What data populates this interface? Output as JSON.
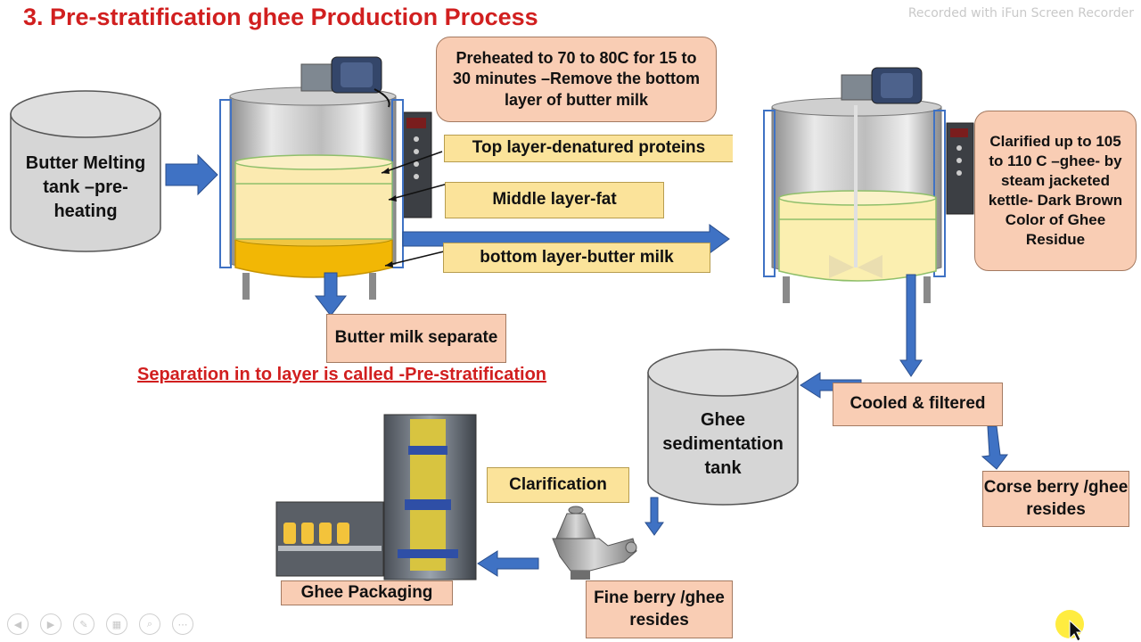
{
  "title": "3. Pre-stratification ghee Production Process",
  "watermark": "Recorded with iFun Screen Recorder",
  "boxes": {
    "butter_melting_tank": "Butter Melting tank –pre-heating",
    "preheat_note": "Preheated to 70 to 80C for 15 to 30 minutes –Remove the bottom layer of butter milk",
    "top_layer": "Top layer-denatured proteins",
    "middle_layer": "Middle layer-fat",
    "bottom_layer": "bottom layer-butter milk",
    "buttermilk_separate": "Butter milk separate",
    "clarified_note": "Clarified  up to 105 to 110 C –ghee-  by steam jacketed kettle- Dark Brown Color of Ghee Residue",
    "cooled_filtered": "Cooled & filtered",
    "sedimentation_tank": "Ghee sedimentation tank",
    "coarse_berry": "Corse berry /ghee resides",
    "clarification": "Clarification",
    "fine_berry": "Fine berry /ghee resides",
    "ghee_packaging": "Ghee Packaging"
  },
  "stratification_note": "Separation in to layer is called -Pre-stratification",
  "colors": {
    "title_red": "#d11f1f",
    "arrow_blue": "#3f72c4",
    "peach": "#f9cdb4",
    "yellow": "#fbe39a",
    "cylinder_gray": "#d6d6d6",
    "butter_orange": "#f2b705"
  },
  "slide_controls": [
    "prev-icon",
    "next-icon",
    "pen-icon",
    "slides-icon",
    "zoom-icon",
    "more-icon"
  ]
}
